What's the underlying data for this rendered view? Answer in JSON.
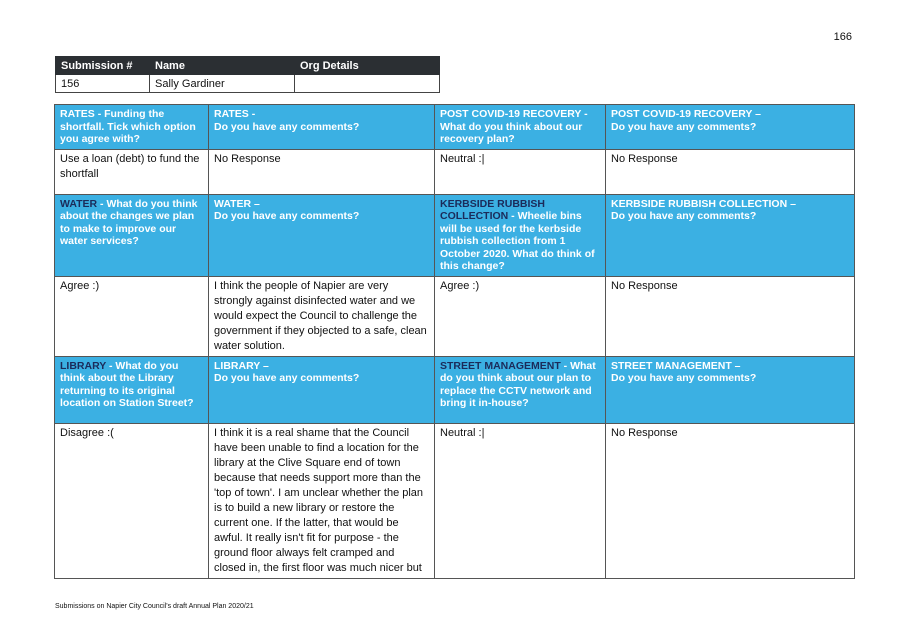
{
  "page_number": "166",
  "submission": {
    "headers": [
      "Submission #",
      "Name",
      "Org Details"
    ],
    "values": [
      "156",
      "Sally Gardiner",
      ""
    ]
  },
  "sections": [
    {
      "q1": {
        "head": "RATES - Funding the shortfall. Tick which option you agree with?",
        "rest": ""
      },
      "q2": {
        "head": "RATES -",
        "rest": "Do you have any comments?"
      },
      "q3": {
        "head": "POST COVID-19 RECOVERY -",
        "rest": "What do you think about our recovery plan?"
      },
      "q4": {
        "head": "POST COVID-19 RECOVERY –",
        "rest": "Do you have any comments?"
      },
      "answers": [
        "Use a loan (debt) to fund the shortfall",
        "No Response",
        "Neutral :|",
        "No Response"
      ]
    },
    {
      "q1": {
        "head": "WATER",
        "rest": " - What do you think about the changes we plan to make to improve our water services?"
      },
      "q2": {
        "head": "WATER –",
        "rest": "Do you have any comments?"
      },
      "q3": {
        "head": "KERBSIDE RUBBISH COLLECTION",
        "rest": " - Wheelie bins will be used for the kerbside rubbish collection from 1 October 2020. What do think of this change?"
      },
      "q4": {
        "head": "KERBSIDE RUBBISH COLLECTION –",
        "rest": "Do you have any comments?"
      },
      "answers": [
        "Agree :)",
        "I think the people of Napier are very strongly against disinfected water and we would expect the Council to challenge the government if they objected to a safe, clean water solution.",
        "Agree :)",
        "No Response"
      ]
    },
    {
      "q1": {
        "head": "LIBRARY",
        "rest": " - What do you think about the Library returning to its original location on Station Street?"
      },
      "q2": {
        "head": "LIBRARY –",
        "rest": "Do you have any comments?"
      },
      "q3": {
        "head": "STREET MANAGEMENT",
        "rest": " - What do you think about our plan to replace the CCTV network and bring it in-house?"
      },
      "q4": {
        "head": "STREET MANAGEMENT –",
        "rest": "Do you have any comments?"
      },
      "answers": [
        "Disagree :(",
        "I think it is a real shame that the Council have been unable to find a location for the library at the Clive Square end of town because that needs support more than the 'top of town'. I am unclear whether the plan is to build a new library or restore the current one. If the latter, that would be awful. It really isn't fit for purpose - the ground floor always felt cramped and closed in, the first floor was much nicer but",
        "Neutral :|",
        "No Response"
      ]
    }
  ],
  "footer": "Submissions on Napier City Council's draft Annual Plan 2020/21",
  "colors": {
    "header_blue": "#3bb0e3",
    "dark_header": "#2b2f33",
    "dark_text": "#1b2b5a"
  }
}
